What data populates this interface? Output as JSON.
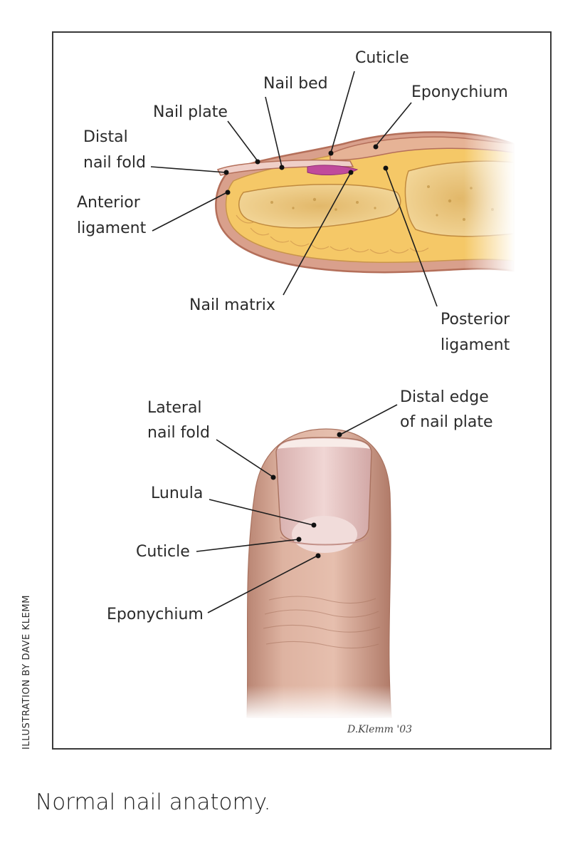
{
  "credit": "ILLUSTRATION BY DAVE KLEMM",
  "caption": "Normal nail anatomy.",
  "signature": "D.Klemm '03",
  "cross_section": {
    "cuticle": "Cuticle",
    "nail_bed": "Nail bed",
    "eponychium": "Eponychium",
    "nail_plate": "Nail plate",
    "distal_nail_fold": [
      "Distal",
      "nail fold"
    ],
    "anterior_ligament": [
      "Anterior",
      "ligament"
    ],
    "nail_matrix": "Nail matrix",
    "posterior_ligament": [
      "Posterior",
      "ligament"
    ]
  },
  "dorsal_view": {
    "distal_edge": [
      "Distal edge",
      "of nail plate"
    ],
    "lateral_nail_fold": [
      "Lateral",
      "nail fold"
    ],
    "lunula": "Lunula",
    "cuticle": "Cuticle",
    "eponychium": "Eponychium"
  },
  "colors": {
    "skin": "#d9a08c",
    "skin_edge": "#b46f5a",
    "bone": "#f0d08a",
    "fat": "#f5c867",
    "nail": "#e8c7c4",
    "matrix": "#c04a9c"
  }
}
